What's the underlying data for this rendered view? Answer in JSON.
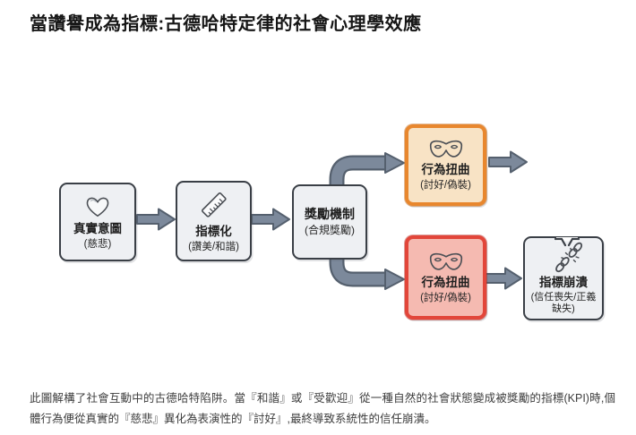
{
  "title": "當讚譽成為指標:古德哈特定律的社會心理學效應",
  "diagram": {
    "nodes": [
      {
        "name": "true-intent",
        "label": "真實意圖",
        "sublabel": "(慈悲)",
        "icon": "heart-icon",
        "variant": "gray"
      },
      {
        "name": "metricization",
        "label": "指標化",
        "sublabel": "(讚美/和諧)",
        "icon": "ruler-icon",
        "variant": "gray"
      },
      {
        "name": "reward-mechanism",
        "label": "獎勵機制",
        "sublabel": "(合規獎勵)",
        "icon": "none",
        "variant": "gray"
      },
      {
        "name": "behavior-distortion-top",
        "label": "行為扭曲",
        "sublabel": "(討好/偽裝)",
        "icon": "mask-icon",
        "variant": "orange"
      },
      {
        "name": "behavior-distortion-bottom",
        "label": "行為扭曲",
        "sublabel": "(討好/偽裝)",
        "icon": "mask-icon",
        "variant": "red"
      },
      {
        "name": "metric-collapse",
        "label": "指標崩潰",
        "sublabel": "(信任喪失/正義缺失)",
        "icon": "broken-chain-icon",
        "variant": "gray"
      }
    ]
  },
  "caption": "此圖解構了社會互動中的古德哈特陷阱。當『和諧』或『受歡迎』從一種自然的社會狀態變成被獎勵的指標(KPI)時,個體行為便從真實的『慈悲』異化為表演性的『討好』,最終導致系統性的信任崩潰。",
  "colors": {
    "box_fill": "#eef0f3",
    "box_border": "#3a3f46",
    "arrow_fill": "#7c899b",
    "arrow_outline": "#55606e",
    "orange_border": "#e8872e",
    "orange_fill": "#f8e3c5",
    "red_border": "#e2463a",
    "red_fill": "#f5bab1"
  }
}
